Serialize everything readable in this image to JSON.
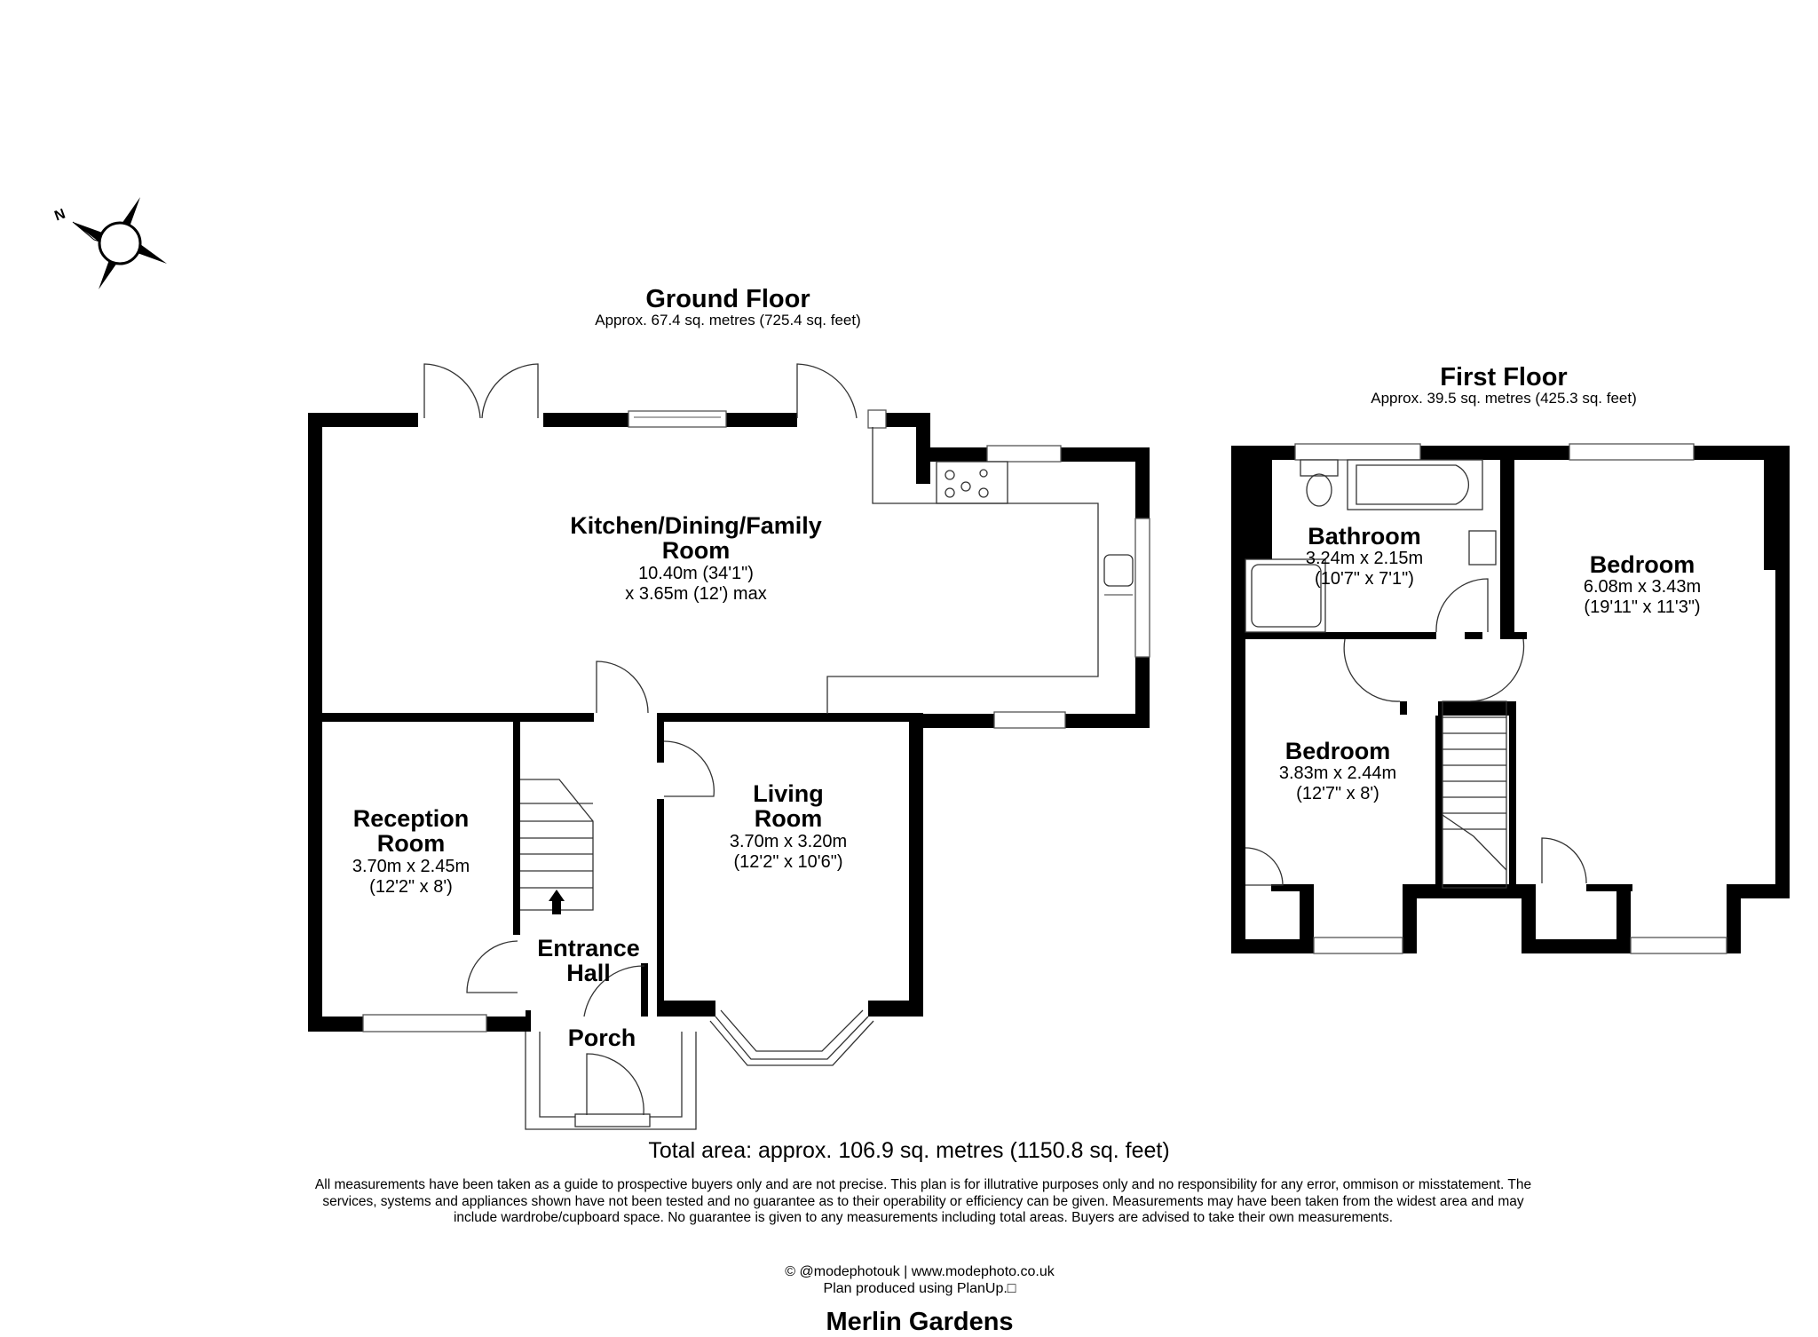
{
  "property": {
    "name": "Merlin Gardens"
  },
  "compass": {
    "label": "N",
    "icon": "north-compass-icon"
  },
  "floors": [
    {
      "title": "Ground Floor",
      "area": "Approx. 67.4 sq. metres (725.4 sq. feet)",
      "rooms": [
        {
          "name": "Kitchen/Dining/Family",
          "name2": "Room",
          "dim1": "10.40m (34'1\")",
          "dim2": "x 3.65m (12') max"
        },
        {
          "name": "Reception",
          "name2": "Room",
          "dim1": "3.70m x 2.45m",
          "dim2": "(12'2\" x 8')"
        },
        {
          "name": "Living",
          "name2": "Room",
          "dim1": "3.70m x 3.20m",
          "dim2": "(12'2\" x 10'6\")"
        },
        {
          "name": "Entrance",
          "name2": "Hall"
        },
        {
          "name": "Porch"
        }
      ]
    },
    {
      "title": "First Floor",
      "area": "Approx. 39.5 sq. metres (425.3 sq. feet)",
      "rooms": [
        {
          "name": "Bathroom",
          "dim1": "3.24m x 2.15m",
          "dim2": "(10'7\" x 7'1\")"
        },
        {
          "name": "Bedroom",
          "dim1": "6.08m x 3.43m",
          "dim2": "(19'11\" x 11'3\")"
        },
        {
          "name": "Bedroom",
          "dim1": "3.83m x 2.44m",
          "dim2": "(12'7\" x 8')"
        }
      ]
    }
  ],
  "total_area": "Total area: approx. 106.9 sq. metres (1150.8 sq. feet)",
  "disclaimer": "All measurements have been taken as a guide to prospective buyers only and are not precise. This plan is for illutrative purposes only and no responsibility for any error, ommison or misstatement. The services, systems and appliances shown have not been tested and no guarantee as to their operability or efficiency can be given. Measurements may have been taken from the widest area and may include wardrobe/cupboard space. No guarantee is given to any measurements including total areas. Buyers are advised to take their own measurements.",
  "credit": {
    "line1": "© @modephotouk | www.modephoto.co.uk",
    "line2": "Plan produced using PlanUp.□"
  },
  "colors": {
    "wall": "#000000",
    "background": "#ffffff",
    "line": "#333333"
  }
}
